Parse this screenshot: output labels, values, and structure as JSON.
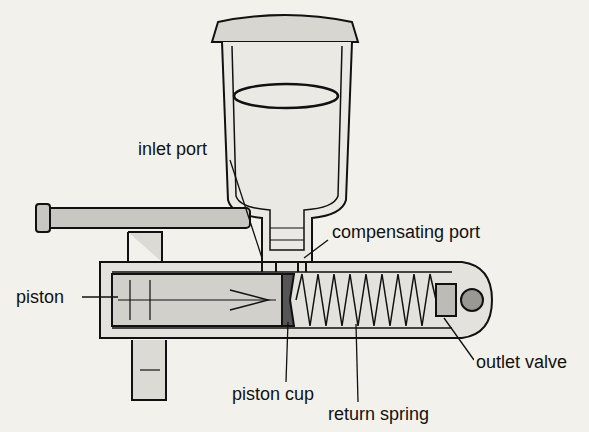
{
  "diagram": {
    "labels": [
      "inlet port",
      "compensating port",
      "piston",
      "piston cup",
      "return spring",
      "outlet valve"
    ]
  }
}
